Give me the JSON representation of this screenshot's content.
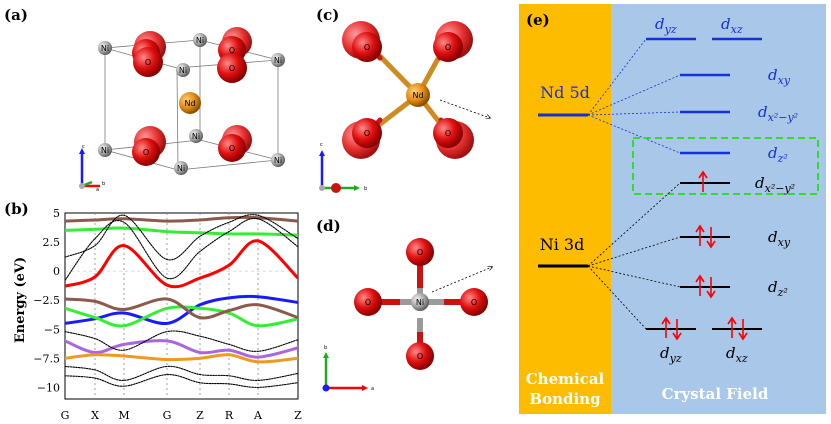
{
  "panels": {
    "a": "(a)",
    "b": "(b)",
    "c": "(c)",
    "d": "(d)",
    "e": "(e)"
  },
  "atoms": {
    "O": "O",
    "Ni": "Ni",
    "Nd": "Nd"
  },
  "axes_glyphs": {
    "a": "a",
    "b": "b",
    "c": "c"
  },
  "band_plot": {
    "ylabel": "Energy (eV)",
    "yticks": [
      "5",
      "2.5",
      "0",
      "−2.5",
      "−5",
      "−7.5",
      "−10"
    ],
    "kpoints": [
      "G",
      "X",
      "M",
      "G",
      "Z",
      "R",
      "A",
      "Z"
    ]
  },
  "crystal_field": {
    "nd_label": "Nd 5d",
    "ni_label": "Ni 3d",
    "left_column": "Chemical\nBonding",
    "left_column_l1": "Chemical",
    "left_column_l2": "Bonding",
    "right_column": "Crystal Field",
    "nd_orbitals": {
      "dyz": "d_yz",
      "dxz": "d_xz",
      "dxy": "d_xy",
      "dx2y2": "d_x²−y²",
      "dz2": "d_z²"
    },
    "ni_orbitals": {
      "dx2y2": "d_x²−y²",
      "dxy": "d_xy",
      "dz2": "d_z²",
      "dyz": "d_yz",
      "dxz": "d_xz"
    },
    "colors": {
      "left_bg": "#fdbc00",
      "right_bg": "#a9c7e9",
      "nd": "#1530d8",
      "arrow": "#ff0000",
      "dashed_box": "#2be02b"
    }
  },
  "chart_data": {
    "type": "line",
    "ylabel": "Energy (eV)",
    "ylim": [
      -11,
      5
    ],
    "yticks": [
      5,
      2.5,
      0,
      -2.5,
      -5,
      -7.5,
      -10
    ],
    "categories": [
      "G",
      "X",
      "M",
      "G",
      "Z",
      "R",
      "A",
      "Z"
    ],
    "series": [
      {
        "color": "#ff0000",
        "values": [
          -1.3,
          -0.5,
          2.2,
          -1.2,
          -0.6,
          0.5,
          2.6,
          -0.6
        ]
      },
      {
        "color": "#1a1aff",
        "values": [
          -4.5,
          -4.1,
          -3.6,
          -4.5,
          -2.9,
          -2.3,
          -2.2,
          -2.7
        ]
      },
      {
        "color": "#33ee33",
        "values": [
          3.5,
          3.6,
          3.7,
          3.4,
          3.3,
          3.2,
          3.2,
          3.1
        ]
      },
      {
        "color": "#33ee33",
        "values": [
          -3.2,
          -4.0,
          -4.7,
          -3.2,
          -3.2,
          -3.6,
          -4.7,
          -4.1
        ]
      },
      {
        "color": "#8b5a4a",
        "values": [
          4.3,
          4.4,
          4.5,
          4.3,
          4.4,
          4.6,
          4.6,
          4.3
        ]
      },
      {
        "color": "#8b5a4a",
        "values": [
          -2.4,
          -2.6,
          -3.3,
          -2.4,
          -4.0,
          -3.4,
          -2.9,
          -4.0
        ]
      },
      {
        "color": "#aa66dd",
        "values": [
          -6.0,
          -7.0,
          -6.3,
          -6.0,
          -7.0,
          -6.8,
          -7.4,
          -6.6
        ]
      },
      {
        "color": "#ee9922",
        "values": [
          -7.5,
          -7.2,
          -7.3,
          -7.6,
          -7.5,
          -7.2,
          -7.8,
          -7.5
        ]
      },
      {
        "color": "#000000",
        "values": [
          -5.2,
          -5.8,
          -6.8,
          -5.2,
          -5.6,
          -6.3,
          -6.9,
          -5.9
        ]
      },
      {
        "color": "#000000",
        "values": [
          -8.2,
          -8.5,
          -9.4,
          -8.2,
          -8.9,
          -9.0,
          -9.4,
          -8.8
        ]
      },
      {
        "color": "#000000",
        "values": [
          -9.0,
          -9.2,
          -9.9,
          -8.9,
          -9.6,
          -9.7,
          -10.0,
          -9.6
        ]
      },
      {
        "color": "#000000",
        "values": [
          1.2,
          2.2,
          4.8,
          1.0,
          3.0,
          4.2,
          4.8,
          2.8
        ]
      },
      {
        "color": "#000000",
        "values": [
          -0.8,
          2.8,
          4.2,
          -0.6,
          1.7,
          3.4,
          4.5,
          2.1
        ]
      }
    ]
  }
}
